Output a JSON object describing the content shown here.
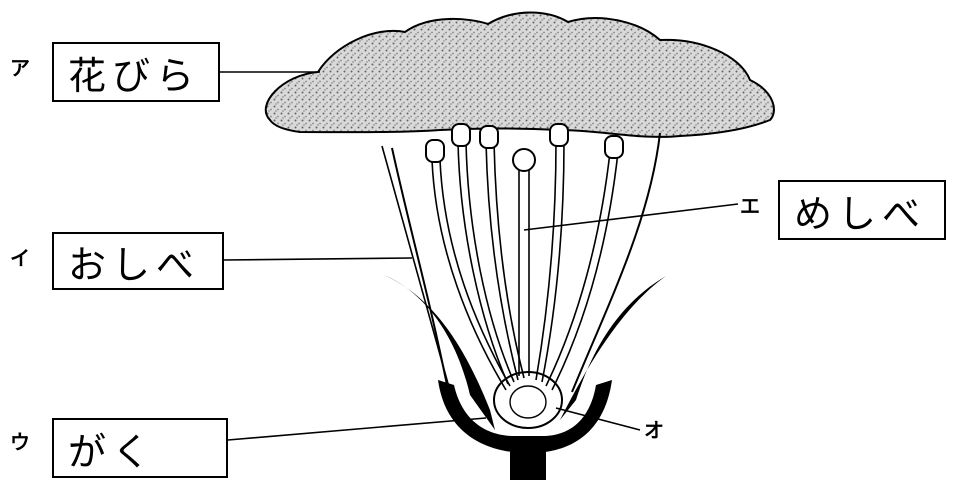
{
  "labels": {
    "a": {
      "marker": "ア",
      "answer": "花びら"
    },
    "i": {
      "marker": "イ",
      "answer": "おしべ"
    },
    "u": {
      "marker": "ウ",
      "answer": "がく"
    },
    "e": {
      "marker": "エ",
      "answer": "めしべ"
    },
    "o": {
      "marker": "オ"
    }
  }
}
